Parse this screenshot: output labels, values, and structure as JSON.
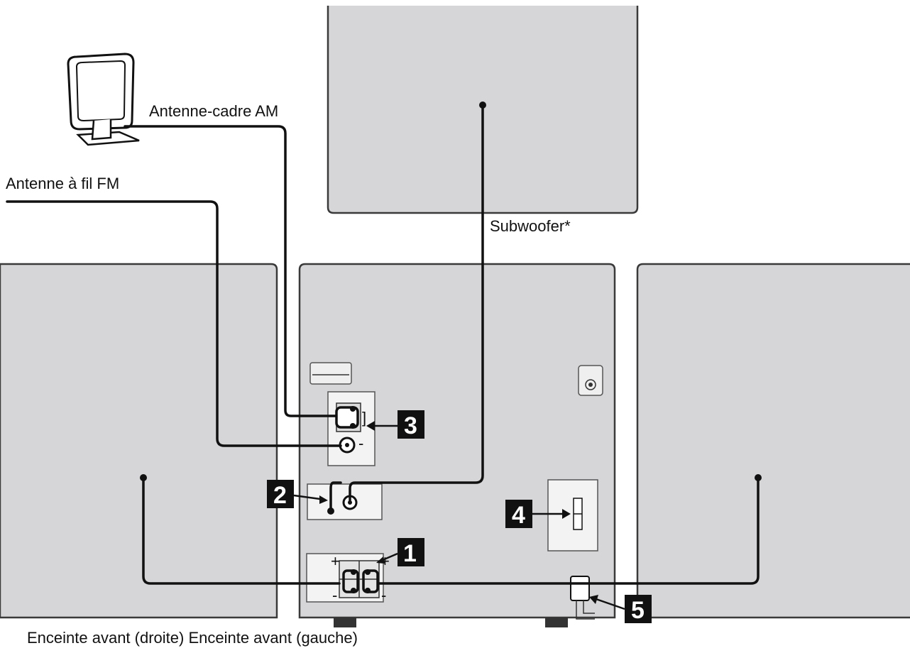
{
  "labels": {
    "am_antenna": "Antenne-cadre AM",
    "fm_antenna": "Antenne à fil FM",
    "subwoofer": "Subwoofer*",
    "front_speakers": "Enceinte avant (droite) Enceinte avant (gauche)"
  },
  "terminals": {
    "plus": "+",
    "minus": "-"
  },
  "callouts": [
    "1",
    "2",
    "3",
    "4",
    "5"
  ],
  "colors": {
    "panel": "#d6d6d8",
    "badge": "#111111",
    "cable": "#111111",
    "background": "#ffffff"
  }
}
